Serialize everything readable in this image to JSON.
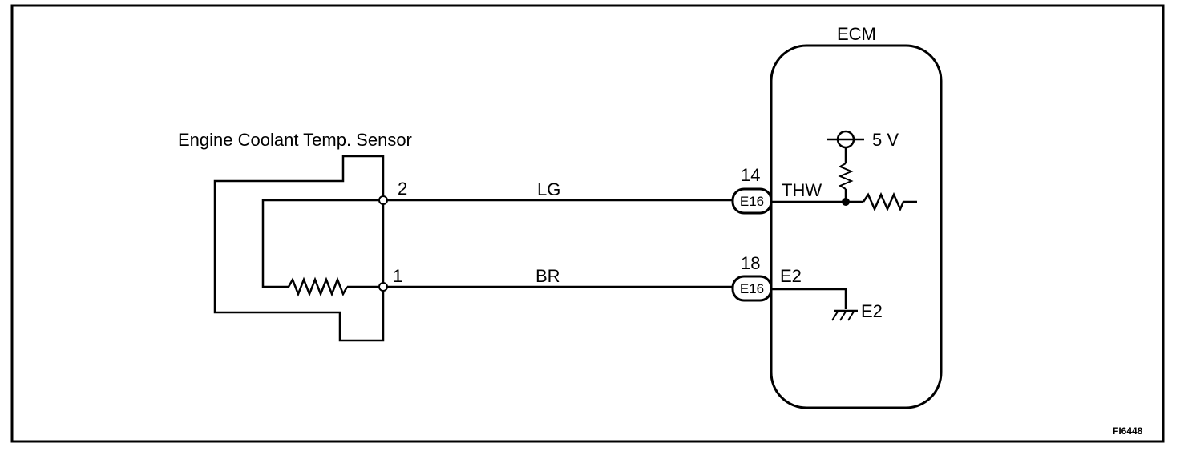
{
  "figure_id": "FI6448",
  "sensor": {
    "label": "Engine Coolant Temp. Sensor",
    "pin_top": "2",
    "pin_bottom": "1"
  },
  "wires": {
    "top_color": "LG",
    "bottom_color": "BR"
  },
  "ecm": {
    "label": "ECM",
    "top_terminal": {
      "number": "14",
      "connector": "E16",
      "signal": "THW"
    },
    "bottom_terminal": {
      "number": "18",
      "connector": "E16",
      "signal": "E2"
    },
    "supply": "5 V",
    "ground": "E2"
  }
}
